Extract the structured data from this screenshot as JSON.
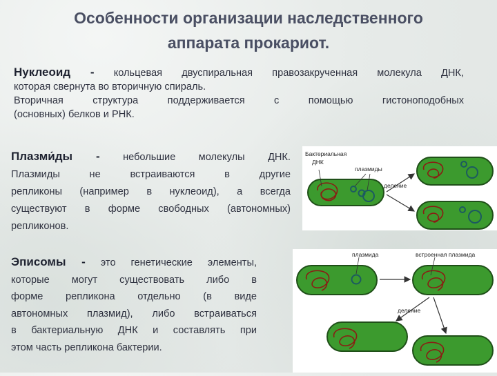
{
  "title_line1": "Особенности организации наследственного",
  "title_line2": "аппарата прокариот.",
  "nucleoid": {
    "term": "Нуклеоид -",
    "line1": "кольцевая двуспиральная правозакрученная молекула ДНК,",
    "line2": "которая свернута во вторичную спираль.",
    "line3": "Вторичная структура поддерживается с помощью гистоноподобных",
    "line4": "(основных) белков и РНК."
  },
  "plasmids": {
    "term": "Плазми́ды -",
    "line1": "небольшие молекулы ДНК.",
    "line2": "Плазмиды не встраиваются в другие",
    "line3": "репликоны (например в нуклеоид), а всегда",
    "line4": "существуют в форме свободных (автономных)",
    "line5": "репликонов."
  },
  "episomes": {
    "term": "Эписомы -",
    "line1": "это генетические элементы,",
    "line2": "которые могут существовать либо в",
    "line3": "форме репликона отдельно (в виде",
    "line4": "автономных плазмид), либо встраиваться",
    "line5": "в бактериальную ДНК и составлять при",
    "line6": "этом часть репликона бактерии."
  },
  "figure1": {
    "label_dna_1": "Бактериальная",
    "label_dna_2": "ДНК",
    "label_plasmids": "плазмиды",
    "label_division": "деление"
  },
  "figure2": {
    "label_plasmid": "плазмида",
    "label_integrated": "встроенная плазмида",
    "label_division": "деление"
  },
  "colors": {
    "title": "#4a4f63",
    "cell_fill": "#3c9a2e",
    "cell_stroke": "#1f4f18",
    "dna": "#8a1d14",
    "plasmid": "#1c5a60"
  }
}
